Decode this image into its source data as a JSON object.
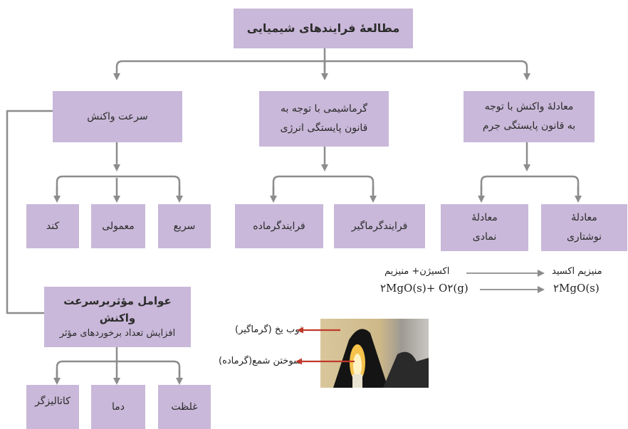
{
  "title": "مطالعهٔ فرایندهای شیمیایی",
  "branches": {
    "equation": {
      "line1": "معادلهٔ واکنش با توجه",
      "line2": "به قانون پایستگی جرم"
    },
    "thermo": {
      "line1": "گرماشیمی با توجه به",
      "line2": "قانون پایستگی انرژی"
    },
    "rate": {
      "label": "سرعت واکنش"
    }
  },
  "equation_types": {
    "verbal": {
      "line1": "معادلهٔ",
      "line2": "نوشتاری"
    },
    "symbolic": {
      "line1": "معادلهٔ",
      "line2": "نمادی"
    }
  },
  "thermo_types": {
    "endothermic": "فرایندگرماگیر",
    "exothermic": "فرایندگرماده"
  },
  "rate_types": {
    "fast": "سریع",
    "normal": "معمولی",
    "slow": "کند"
  },
  "factors": {
    "title": "عوامل مؤثربرسرعت واکنش",
    "subtitle": "افزایش تعداد برخوردهای مؤثر"
  },
  "factor_items": {
    "concentration": "غلظت",
    "temperature": "دما",
    "catalyst": "کاتالیزگر"
  },
  "example": {
    "verbal_product": "منیزیم اکسید",
    "verbal_reactants": "اکسیژن+ منیزیم",
    "symbolic_product": "۲MgO(s)",
    "symbolic_reactants": "۲MgO(s)+ O۲(g)"
  },
  "photo_labels": {
    "melting": "ذوب یخ (گرماگیر)",
    "burning": "سوختن شمع(گرماده)"
  },
  "colors": {
    "box": "#c9b8d9",
    "connector": "#8c8c8c",
    "label_arrow": "#c0392b"
  }
}
